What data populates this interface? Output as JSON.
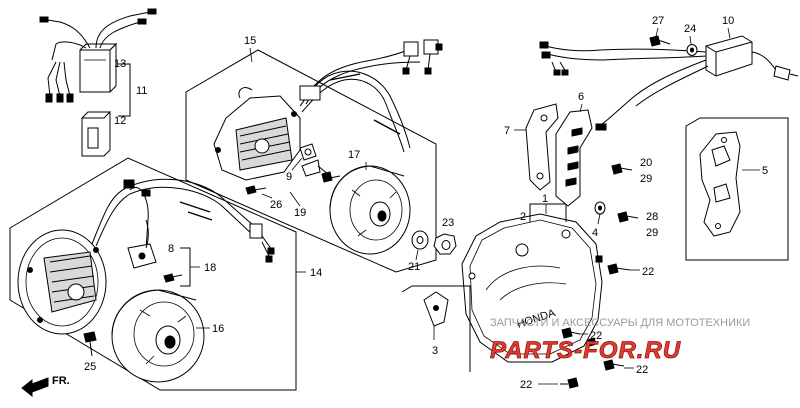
{
  "labels": {
    "n1": "1",
    "n2": "2",
    "n3": "3",
    "n4": "4",
    "n5": "5",
    "n6": "6",
    "n7": "7",
    "n8": "8",
    "n9": "9",
    "n10": "10",
    "n11": "11",
    "n12": "12",
    "n13": "13",
    "n14": "14",
    "n15": "15",
    "n16": "16",
    "n17": "17",
    "n18": "18",
    "n19": "19",
    "n20": "20",
    "n21": "21",
    "n22": "22",
    "n23": "23",
    "n24": "24",
    "n25": "25",
    "n26": "26",
    "n27": "27",
    "n28": "28",
    "n29": "29"
  },
  "direction": {
    "front": "FR."
  },
  "watermark": {
    "caption": "ЗАПЧАСТИ И АКСЕССУАРЫ ДЛЯ МОТОТЕХНИКИ",
    "brand": "PARTS-FOR.RU"
  },
  "cover_marking": "HONDA",
  "colors": {
    "ink": "#000000",
    "paper": "#ffffff",
    "watermark_red": "#e83a2c",
    "watermark_grey": "#9a9a9a"
  }
}
